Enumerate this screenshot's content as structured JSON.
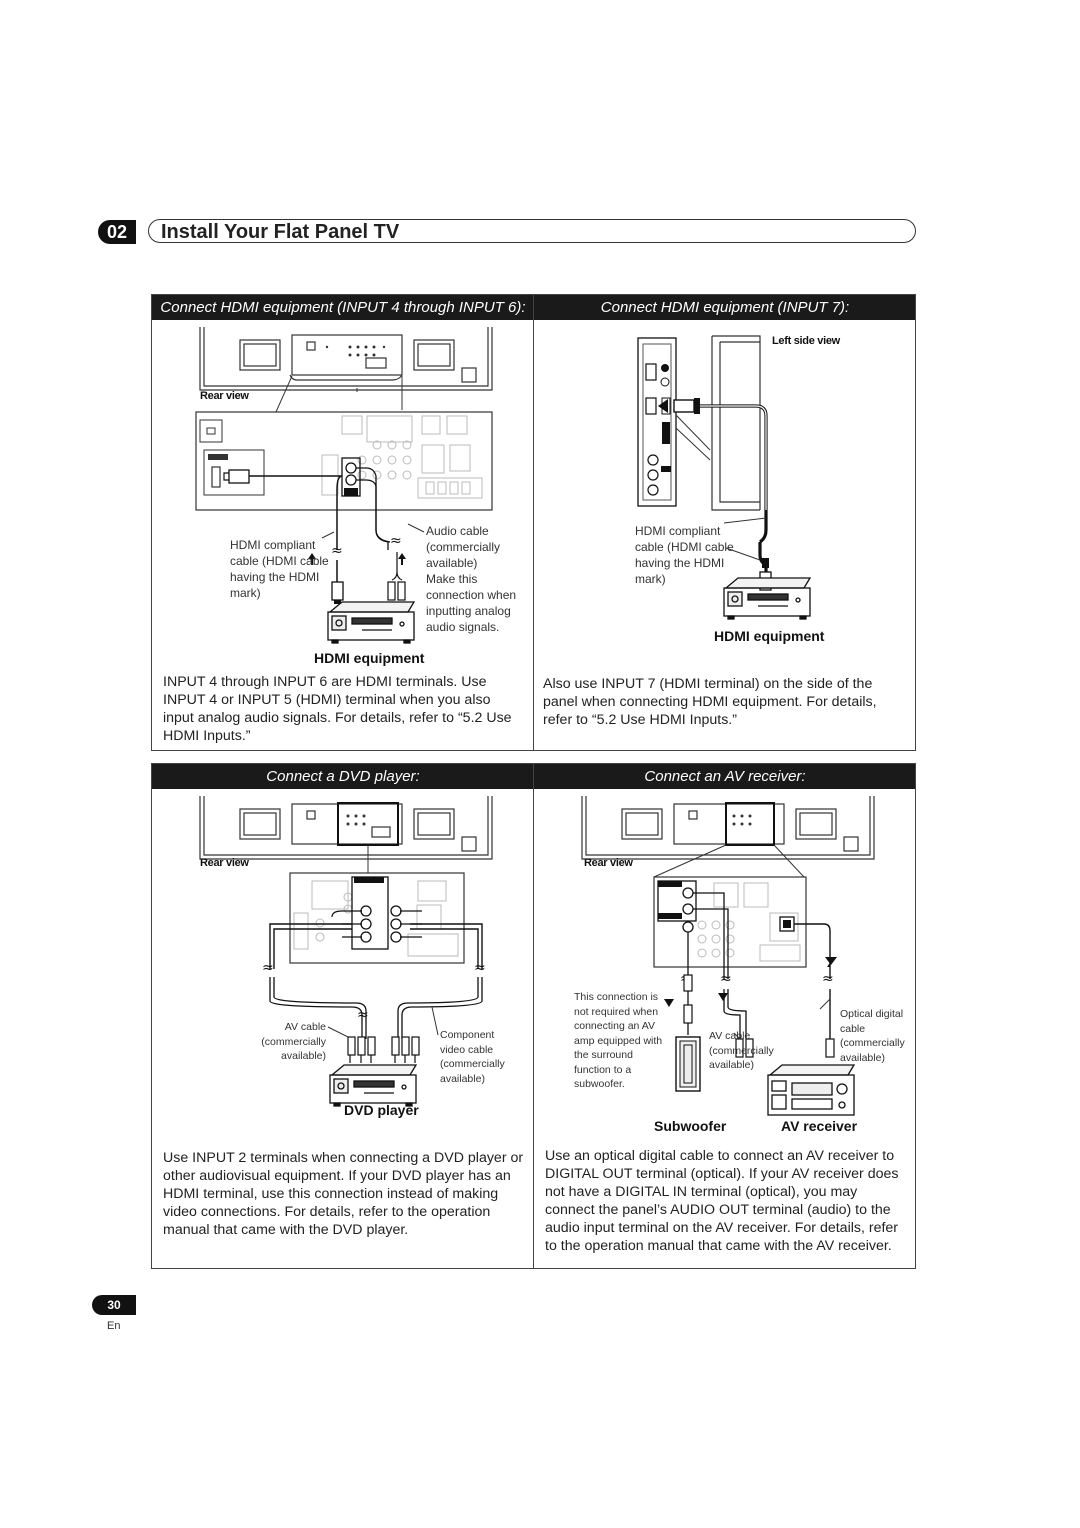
{
  "header": {
    "chapter_number": "02",
    "chapter_title": "Install Your Flat Panel TV"
  },
  "section1": {
    "left_heading": "Connect HDMI equipment (INPUT 4 through INPUT 6):",
    "right_heading": "Connect HDMI equipment (INPUT 7):",
    "left": {
      "rear_view": "Rear view",
      "hdmi_cable_label": [
        "HDMI compliant",
        "cable (HDMI cable",
        "having the HDMI",
        "mark)"
      ],
      "audio_cable_label": [
        "Audio cable",
        "(commercially",
        "available)",
        "Make this",
        "connection when",
        "inputting analog",
        "audio signals."
      ],
      "device_caption": "HDMI equipment",
      "body": "INPUT 4 through INPUT 6 are HDMI terminals. Use INPUT 4 or INPUT 5 (HDMI) terminal when you also input analog audio signals. For details, refer to “5.2 Use HDMI Inputs.”"
    },
    "right": {
      "left_side_view": "Left side view",
      "hdmi_cable_label": [
        "HDMI compliant",
        "cable (HDMI cable",
        "having the HDMI",
        "mark)"
      ],
      "device_caption": "HDMI equipment",
      "body": "Also use INPUT 7 (HDMI terminal) on the side of the panel when connecting HDMI equipment. For details, refer to “5.2 Use HDMI Inputs.”"
    }
  },
  "section2": {
    "left_heading": "Connect a DVD player:",
    "right_heading": "Connect an AV receiver:",
    "left": {
      "rear_view": "Rear view",
      "av_cable_label": [
        "AV cable",
        "(commercially available)"
      ],
      "component_label": [
        "Component",
        "video cable",
        "(commercially",
        "available)"
      ],
      "device_caption": "DVD player",
      "body": "Use INPUT 2 terminals when connecting a DVD player or other audiovisual equipment. If your DVD player has an HDMI terminal, use this connection instead of making video connections. For details, refer to the operation manual that came with the DVD player."
    },
    "right": {
      "rear_view": "Rear view",
      "note_label": [
        "This connection is",
        "not required when",
        "connecting an AV",
        "amp equipped with",
        "the surround",
        "function to a",
        "subwoofer."
      ],
      "av_cable_label": [
        "AV cable",
        "(commercially",
        "available)"
      ],
      "optical_label": [
        "Optical digital",
        "cable",
        "(commercially",
        "available)"
      ],
      "subwoofer_caption": "Subwoofer",
      "receiver_caption": "AV receiver",
      "body": "Use an optical digital cable to connect an AV receiver to DIGITAL OUT terminal (optical). If your AV receiver does not have a DIGITAL IN terminal (optical), you may connect the panel’s AUDIO OUT terminal (audio) to the audio input terminal on the AV receiver. For details, refer to the operation manual that came with the AV receiver."
    }
  },
  "footer": {
    "page_number": "30",
    "language": "En"
  }
}
